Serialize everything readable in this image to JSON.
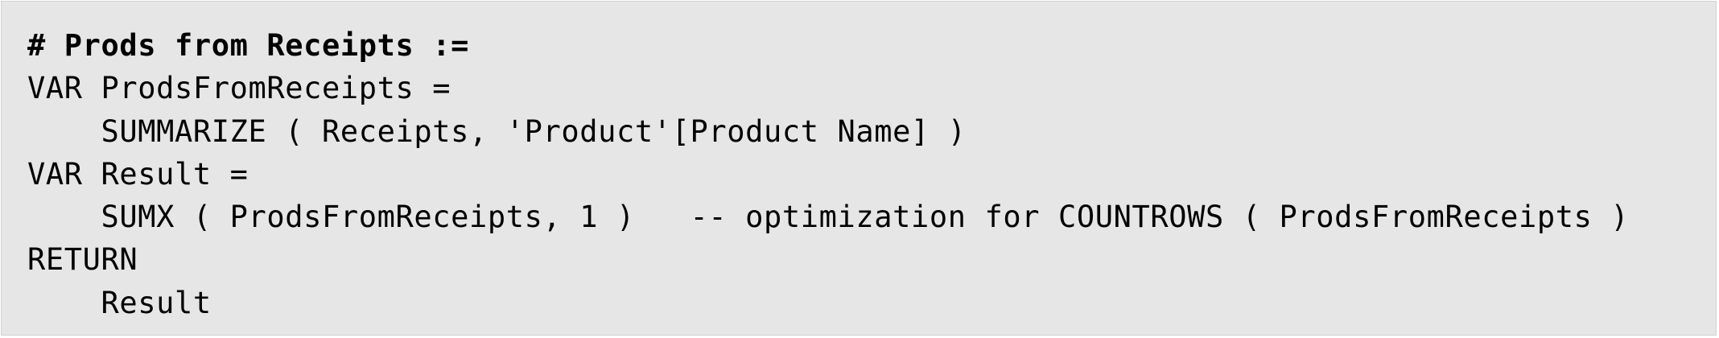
{
  "code": {
    "lines": [
      "# Prods from Receipts :=",
      "VAR ProdsFromReceipts =",
      "    SUMMARIZE ( Receipts, 'Product'[Product Name] )",
      "VAR Result =",
      "    SUMX ( ProdsFromReceipts, 1 )   -- optimization for COUNTROWS ( ProdsFromReceipts )",
      "RETURN",
      "    Result"
    ]
  }
}
